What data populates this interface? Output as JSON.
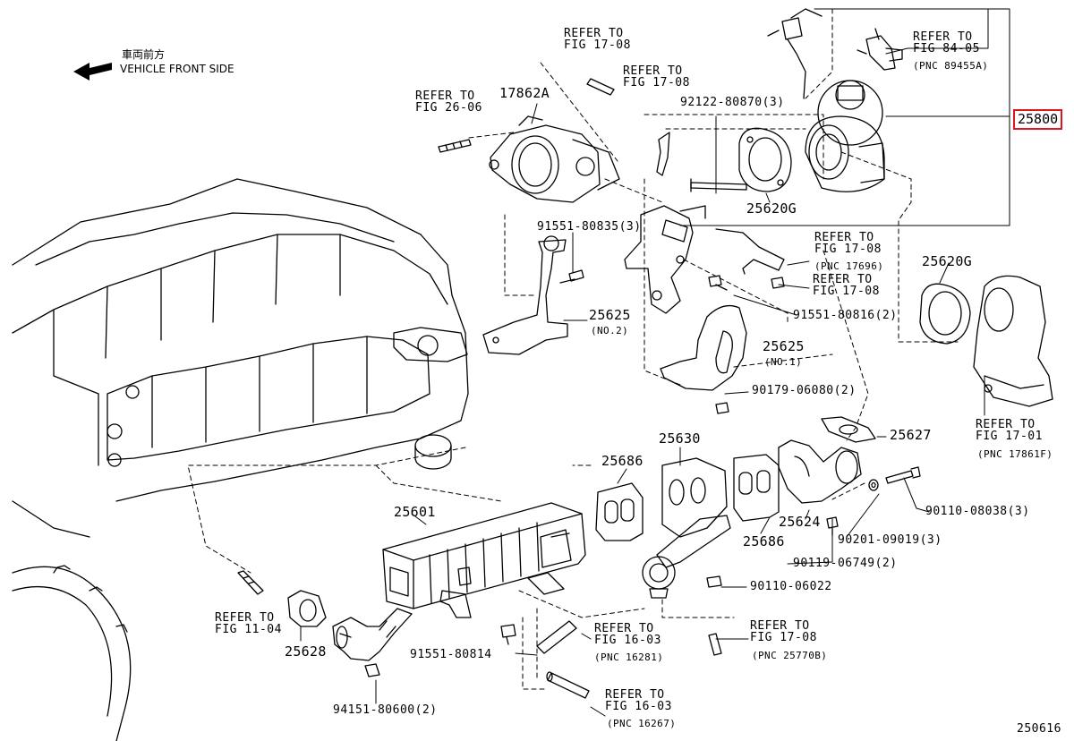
{
  "diagram": {
    "figure_number": "250616",
    "front_jp": "車両前方",
    "front_en": "VEHICLE FRONT SIDE",
    "highlight_color": "#e0141e"
  },
  "labels": {
    "l_17862A": "17862A",
    "l_ref_26_06": "REFER TO\nFIG 26-06",
    "l_ref_17_08_top": "REFER TO\nFIG 17-08",
    "l_ref_17_08_b": "REFER TO\nFIG 17-08",
    "l_92122": "92122-80870(3)",
    "l_ref_84_05": "REFER TO\nFIG 84-05",
    "l_pnc_89455A": "(PNC 89455A)",
    "l_25800": "25800",
    "l_25620G_a": "25620G",
    "l_ref_17_08_c": "REFER TO\nFIG 17-08",
    "l_pnc_17696": "(PNC 17696)",
    "l_ref_17_08_d": "REFER TO\nFIG 17-08",
    "l_91551_80835": "91551-80835(3)",
    "l_25625_no2": "25625",
    "l_no2": "(NO.2)",
    "l_91551_80816": "91551-80816(2)",
    "l_25620G_b": "25620G",
    "l_25625_no1": "25625",
    "l_no1": "(NO.1)",
    "l_90179": "90179-06080(2)",
    "l_ref_17_01": "REFER TO\nFIG 17-01",
    "l_pnc_17861F": "(PNC 17861F)",
    "l_25627": "25627",
    "l_25630": "25630",
    "l_25686_a": "25686",
    "l_25686_b": "25686",
    "l_25624": "25624",
    "l_90110_08038": "90110-08038(3)",
    "l_90201": "90201-09019(3)",
    "l_90119": "90119-06749(2)",
    "l_25601": "25601",
    "l_90110_06022": "90110-06022",
    "l_ref_11_04": "REFER TO\nFIG 11-04",
    "l_25628": "25628",
    "l_91551_80814": "91551-80814",
    "l_ref_16_03_a": "REFER TO\nFIG 16-03",
    "l_pnc_16281": "(PNC 16281)",
    "l_ref_17_08_e": "REFER TO\nFIG 17-08",
    "l_pnc_25770B": "(PNC 25770B)",
    "l_ref_16_03_b": "REFER TO\nFIG 16-03",
    "l_pnc_16267": "(PNC 16267)",
    "l_94151": "94151-80600(2)"
  }
}
